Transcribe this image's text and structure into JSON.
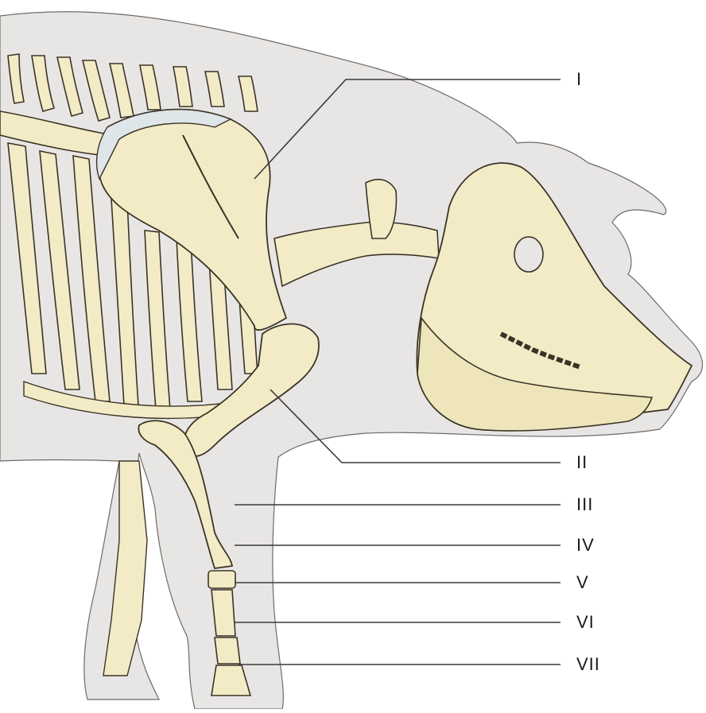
{
  "diagram": {
    "labels": [
      "I",
      "II",
      "III",
      "IV",
      "V",
      "VI",
      "VII"
    ]
  },
  "colors": {
    "body_silhouette": "#e8e6e5",
    "bone": "#f3ebc6",
    "bone_outline": "#3b3426",
    "cartilage": "#dfe6ea",
    "leader_line": "#3a3a3a",
    "label_text": "#1a1a1a"
  }
}
